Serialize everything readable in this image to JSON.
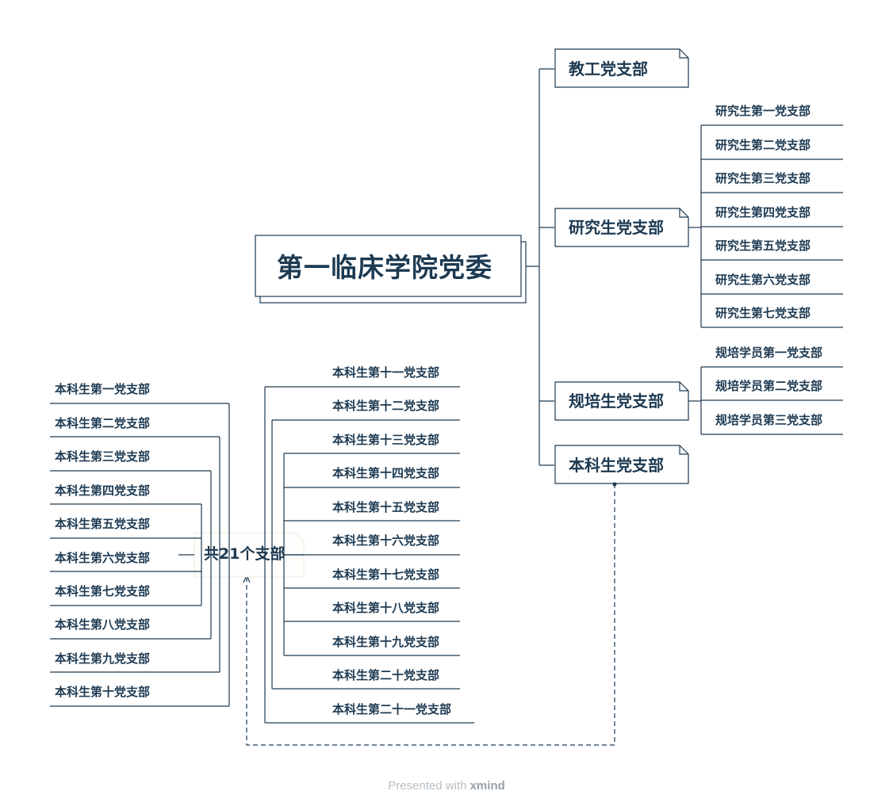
{
  "root": {
    "label": "第一临床学院党委"
  },
  "branches": {
    "faculty": {
      "label": "教工党支部"
    },
    "graduate": {
      "label": "研究生党支部",
      "children": [
        "研究生第一党支部",
        "研究生第二党支部",
        "研究生第三党支部",
        "研究生第四党支部",
        "研究生第五党支部",
        "研究生第六党支部",
        "研究生第七党支部"
      ]
    },
    "residency": {
      "label": "规培生党支部",
      "children": [
        "规培学员第一党支部",
        "规培学员第二党支部",
        "规培学员第三党支部"
      ]
    },
    "undergrad": {
      "label": "本科生党支部",
      "callout": "共21个支部",
      "children_left": [
        "本科生第一党支部",
        "本科生第二党支部",
        "本科生第三党支部",
        "本科生第四党支部",
        "本科生第五党支部",
        "本科生第六党支部",
        "本科生第七党支部",
        "本科生第八党支部",
        "本科生第九党支部",
        "本科生第十党支部"
      ],
      "children_right": [
        "本科生第十一党支部",
        "本科生第十二党支部",
        "本科生第十三党支部",
        "本科生第十四党支部",
        "本科生第十五党支部",
        "本科生第十六党支部",
        "本科生第十七党支部",
        "本科生第十八党支部",
        "本科生第十九党支部",
        "本科生第二十党支部",
        "本科生第二十一党支部"
      ]
    }
  },
  "footer": {
    "prefix": "Presented with ",
    "brand": "xmind"
  },
  "colors": {
    "line": "#1d3a52",
    "text": "#1d3a52",
    "footer": "#b9c0c6"
  }
}
